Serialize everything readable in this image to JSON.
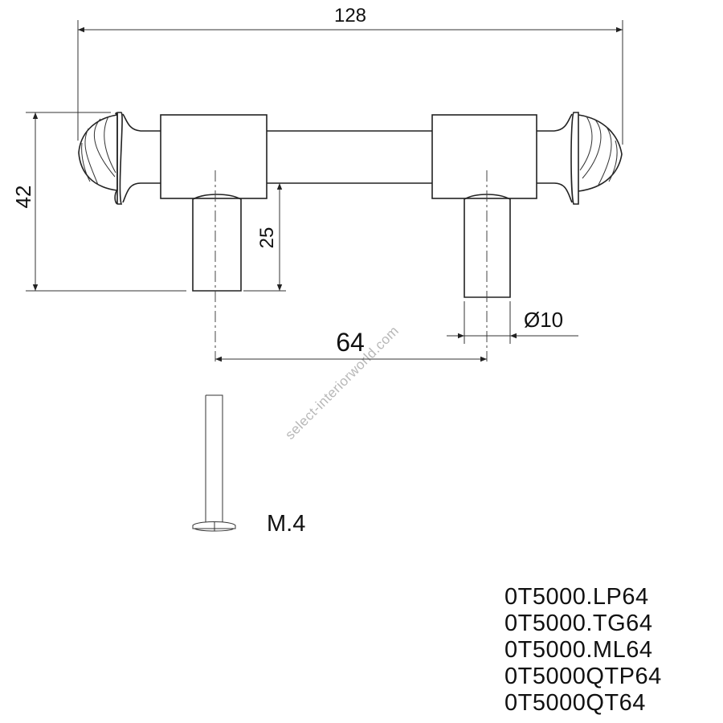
{
  "dimensions": {
    "overall_length": "128",
    "height": "42",
    "leg_height": "25",
    "hole_spacing": "64",
    "leg_diameter": "Ø10"
  },
  "screw_label": "M.4",
  "watermark": "select-interiorworld.com",
  "part_numbers": [
    "0T5000.LP64",
    "0T5000.TG64",
    "0T5000.ML64",
    "0T5000QTP64",
    "0T5000QT64"
  ]
}
